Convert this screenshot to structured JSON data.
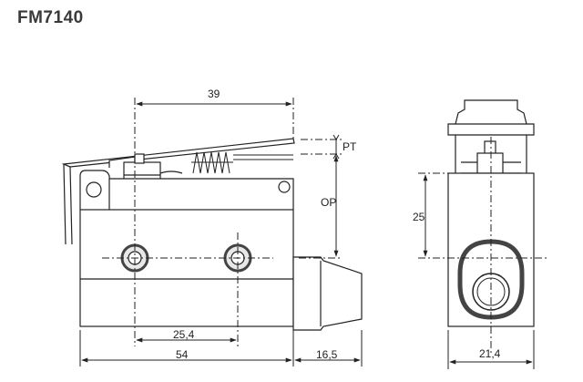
{
  "title": "FM7140",
  "dimensions": {
    "top_width": "39",
    "pretravel": "PT",
    "operating_position": "OP",
    "hole_spacing": "25,4",
    "body_length": "54",
    "plunger_length": "16,5",
    "side_height": "25",
    "side_width": "21,4"
  }
}
